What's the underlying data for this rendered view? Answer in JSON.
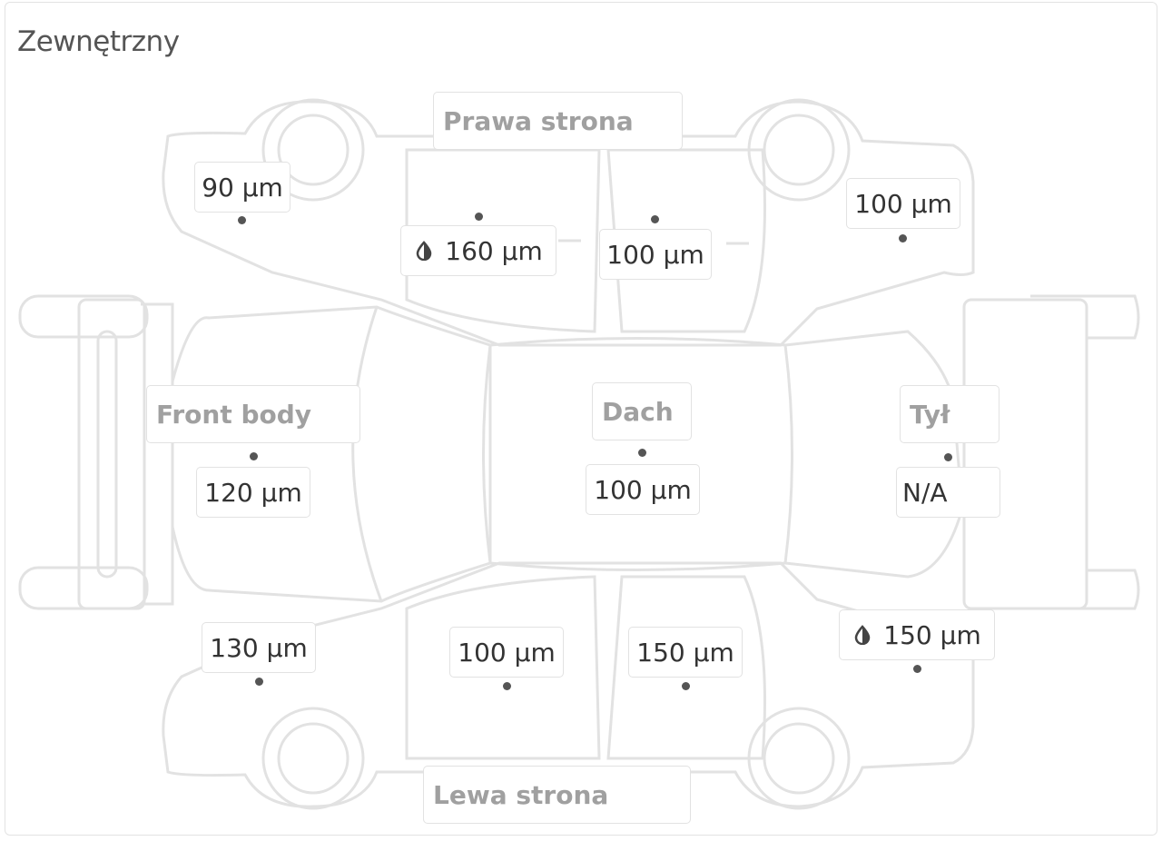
{
  "section_title": "Zewnętrzny",
  "panels": {
    "right_side": "Prawa strona",
    "left_side": "Lewa strona",
    "front": "Front body",
    "roof": "Dach",
    "rear": "Tył"
  },
  "measurements": {
    "right_front_fender": "90 µm",
    "right_front_door": "160 µm",
    "right_rear_door": "100 µm",
    "right_rear_fender": "100 µm",
    "front_body": "120 µm",
    "roof": "100 µm",
    "rear": "N/A",
    "left_front_fender": "130 µm",
    "left_front_door": "100 µm",
    "left_rear_door": "150 µm",
    "left_rear_fender": "150 µm"
  },
  "icons": {
    "repaint": "half-drop-icon"
  },
  "colors": {
    "text": "#333333",
    "label": "#a0a0a0",
    "outline": "#e2e2e2"
  }
}
